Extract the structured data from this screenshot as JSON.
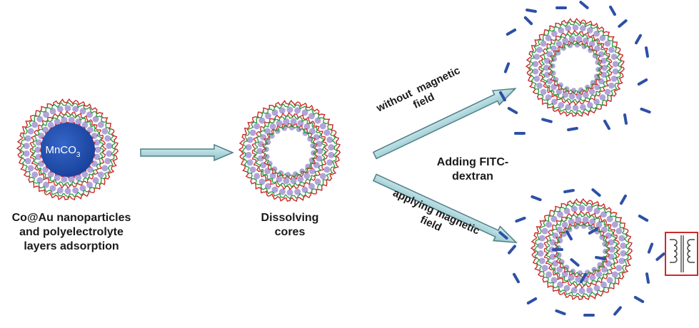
{
  "step1": {
    "core_label": "MnCO",
    "core_sub": "3",
    "caption_line1": "Co@Au nanoparticles",
    "caption_line2": "and polyelectrolyte",
    "caption_line3": "layers adsorption"
  },
  "step2": {
    "caption_line1": "Dissolving",
    "caption_line2": "cores"
  },
  "arrows": {
    "upper_line1": "without  magnetic",
    "upper_line2": "field",
    "lower_line1": "applying magnetic",
    "lower_line2": "field"
  },
  "middle": {
    "line1": "Adding FITC-",
    "line2": "dextran"
  },
  "colors": {
    "red_layer": "#cc2a2a",
    "green_layer": "#2e9a3e",
    "lavender_dot": "#a89ad6",
    "core": "#1f4fb0",
    "dextran": "#2d4fa6",
    "arrow_fill": "#a9d6dc",
    "arrow_stroke": "#4f7e86"
  }
}
